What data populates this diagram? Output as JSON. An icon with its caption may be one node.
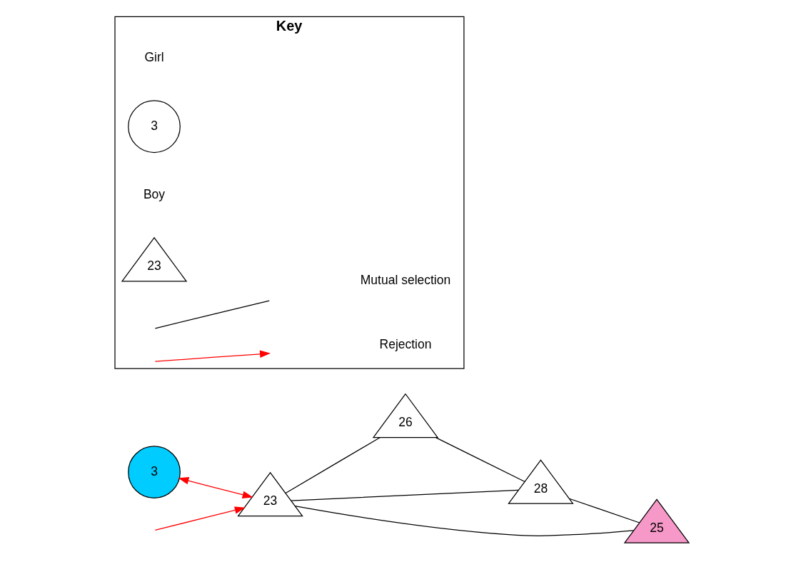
{
  "diagram": {
    "nodes": [
      {
        "text": [
          "3"
        ]
      },
      {
        "text": [
          "23"
        ]
      },
      {
        "text": [
          "26"
        ]
      },
      {
        "text": [
          "28"
        ]
      },
      {
        "text": [
          "25"
        ]
      },
      {
        "text": [
          "Key"
        ]
      },
      {
        "text": [
          "3"
        ],
        "in": 5,
        "beside": [
          "Girl"
        ]
      },
      {
        "text": [
          "23"
        ],
        "in": 5,
        "beside": [
          "Boy"
        ]
      }
    ],
    "edges": [
      {
        "from": 0,
        "to": 1,
        "arrow": "both",
        "color": "#ff0000"
      },
      {
        "from": null,
        "to": 1,
        "arrow": "to",
        "color": "#ff0000"
      },
      {
        "from": 1,
        "to": 2,
        "arrow": "none"
      },
      {
        "from": 2,
        "to": 3,
        "arrow": "none"
      },
      {
        "from": 1,
        "to": 3,
        "arrow": "none"
      },
      {
        "from": 1,
        "to": 4,
        "arrow": "none"
      },
      {
        "from": 3,
        "to": 4,
        "arrow": "none"
      }
    ],
    "legend": [
      {
        "text": "Mutual selection"
      },
      {
        "text": "Rejection"
      }
    ]
  }
}
